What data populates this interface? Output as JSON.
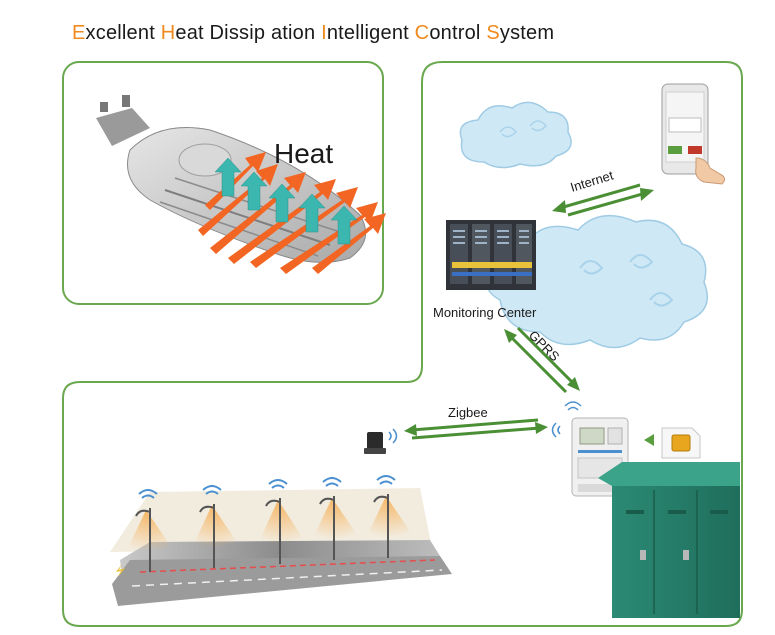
{
  "title": {
    "parts": [
      {
        "initial": "E",
        "rest": "xcellent "
      },
      {
        "initial": "H",
        "rest": "eat Dissip ation "
      },
      {
        "initial": "I",
        "rest": "ntelligent "
      },
      {
        "initial": "C",
        "rest": "ontrol "
      },
      {
        "initial": "S",
        "rest": "ystem"
      }
    ]
  },
  "labels": {
    "heat": "Heat",
    "internet": "Internet",
    "monitoring_center": "Monitoring Center",
    "gprs": "GPRS",
    "zigbee": "Zigbee"
  },
  "colors": {
    "frame_green": "#6aa84f",
    "arrow_green": "#4b8f35",
    "title_highlight": "#f08a1c",
    "heat_arrow": "#f26522",
    "air_arrow": "#3cb7b0",
    "cloud_fill": "#cfe8f5",
    "cabinet": "#2e8f7a"
  }
}
